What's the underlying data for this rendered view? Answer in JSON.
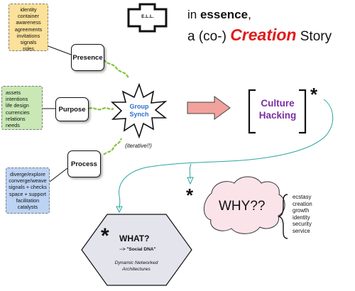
{
  "logo": {
    "text": "E.L.L."
  },
  "headline": {
    "line1_prefix": "in ",
    "line1_bold": "essence",
    "line1_suffix": ",",
    "line2_prefix": "a (co-) ",
    "line2_emph": "Creation",
    "line2_suffix": " Story"
  },
  "notes": {
    "presence": [
      "identity",
      "container",
      "awareness",
      "agreements",
      "invitations",
      "signals",
      "roles"
    ],
    "purpose": [
      "assets",
      "intentions",
      "life design",
      "currencies",
      "relations",
      "needs"
    ],
    "process": [
      "diverge/explore",
      "converge/weave",
      "signals + checks",
      "space + support",
      "facilitation",
      "catalysts"
    ]
  },
  "boxes": {
    "presence": "Presence",
    "purpose": "Purpose",
    "process": "Process"
  },
  "center": {
    "line1": "Group",
    "line2": "Synch",
    "caption": "(iterative!!)"
  },
  "culture": {
    "line1": "Culture",
    "line2": "Hacking",
    "asterisk": "*"
  },
  "why": {
    "label": "WHY??",
    "asterisk": "*",
    "items": [
      "ecstasy",
      "creation",
      "growth",
      "identity",
      "security",
      "service"
    ]
  },
  "what": {
    "asterisk": "*",
    "title": "WHAT?",
    "subtitle": "--> \"Social DNA\"",
    "caption1": "Dynamic Networked",
    "caption2": "Architectures"
  },
  "colors": {
    "creation_red": "#e01b1b",
    "culture_purple": "#7a2fa0",
    "group_blue": "#2d6fd0",
    "connector_green": "#86c440",
    "teal_line": "#2aa5a0",
    "arrow_pink": "#f2a29c",
    "cloud_pink": "#fbe3ea",
    "hexagon_fill": "#e4e4ec"
  }
}
